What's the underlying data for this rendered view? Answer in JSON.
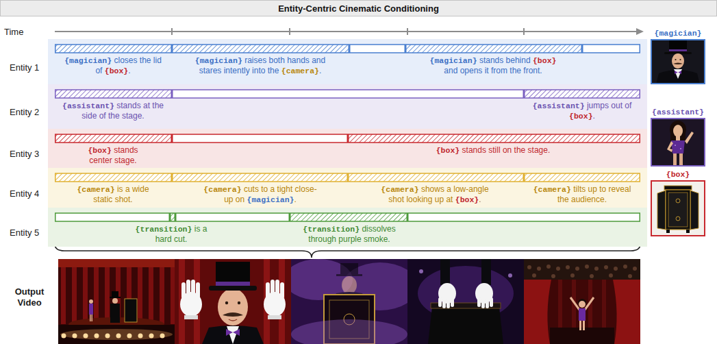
{
  "diagram": {
    "title": "Entity-Centric Cinematic Conditioning",
    "nodes": [
      {
        "text": [
          "Entity 1",
          "{magician} closes the lid of {box}.",
          "{magician} raises both hands and stares intently into the {camera}.",
          "{magician} stands behind {box} and opens it from the front."
        ]
      },
      {
        "text": [
          "Entity 2",
          "{assistant} stands at the side of the stage.",
          "{assistant} jumps out of {box}."
        ]
      },
      {
        "text": [
          "Entity 3",
          "{box} stands center stage.",
          "{box} stands still on the stage."
        ]
      },
      {
        "text": [
          "Entity 4",
          "{camera} is a wide static shot.",
          "{camera} cuts to a tight close-up on {magician}.",
          "{camera} shows a low-angle shot looking up at {box}.",
          "{camera} tilts up to reveal the audience."
        ]
      },
      {
        "text": [
          "Entity 5",
          "{transition} is a hard cut.",
          "{transition} dissolves through purple smoke."
        ]
      },
      {
        "text": [
          "{magician}"
        ]
      },
      {
        "text": [
          "{assistant}"
        ]
      },
      {
        "text": [
          "{box}"
        ]
      }
    ],
    "labels": [
      "Time",
      "Output Video"
    ]
  }
}
